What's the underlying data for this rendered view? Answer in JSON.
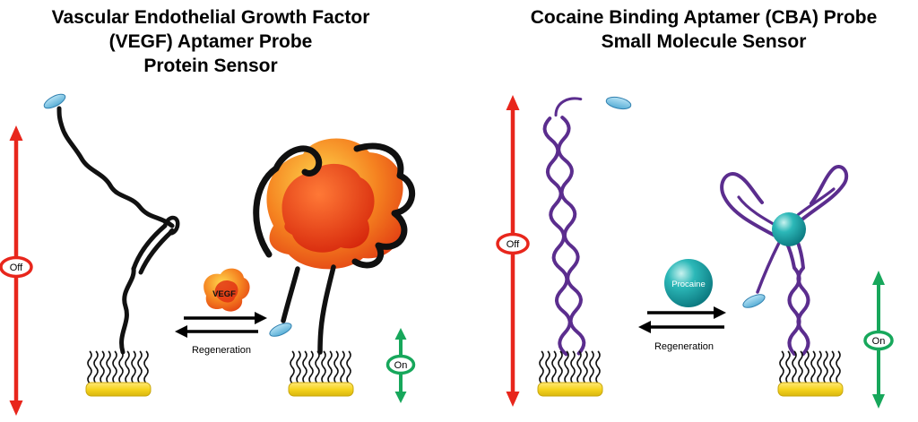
{
  "left_panel": {
    "title": [
      "Vascular Endothelial Growth Factor",
      "(VEGF) Aptamer Probe",
      "Protein Sensor"
    ],
    "off_label": "Off",
    "on_label": "On",
    "target_label": "VEGF",
    "regeneration_label": "Regeneration"
  },
  "right_panel": {
    "title": [
      "Cocaine Binding Aptamer (CBA) Probe",
      "Small Molecule Sensor"
    ],
    "off_label": "Off",
    "on_label": "On",
    "target_label": "Procaine",
    "regeneration_label": "Regeneration"
  },
  "colors": {
    "off_arrow_red": "#e8261c",
    "on_arrow_green": "#17a75b",
    "electrode_gold": "#f6d41f",
    "aptamer_black": "#111111",
    "aptamer_purple": "#5b2d8e",
    "target_orange": "#f58220",
    "target_red": "#e02a12",
    "target_teal": "#0f9b9b",
    "redox_label_blue": "#7dc4e8"
  }
}
